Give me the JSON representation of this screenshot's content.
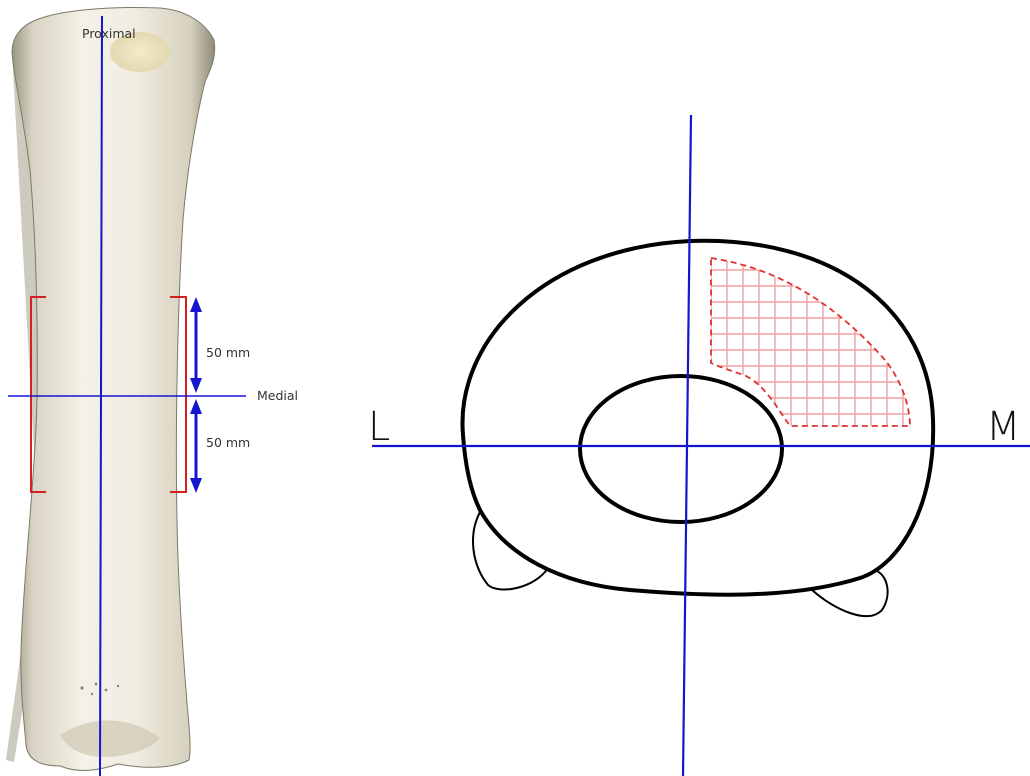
{
  "left_panel": {
    "labels": {
      "proximal": "Proximal",
      "medial": "Medial",
      "upper_distance": "50 mm",
      "lower_distance": "50 mm"
    }
  },
  "right_panel": {
    "labels": {
      "lateral": "L",
      "medial": "M"
    }
  },
  "colors": {
    "axis": "#1515d0",
    "sampling_box": "#d42020",
    "grid_area": "#e03030",
    "bone": "#ece6d6",
    "outline": "#000000"
  }
}
